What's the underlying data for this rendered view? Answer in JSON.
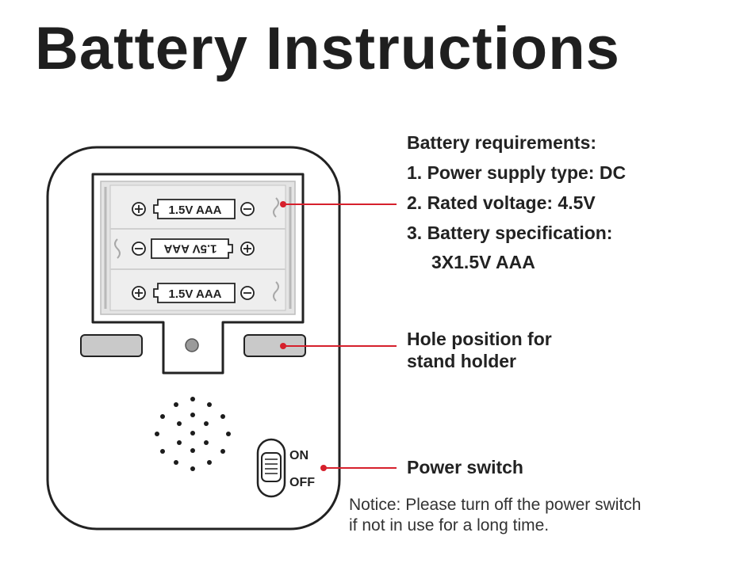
{
  "title": "Battery Instructions",
  "batteries": [
    {
      "label": "1.5V AAA",
      "orientation": "normal"
    },
    {
      "label": "1.5V AAA",
      "orientation": "reversed"
    },
    {
      "label": "1.5V AAA",
      "orientation": "normal"
    }
  ],
  "battery_symbols": {
    "plus": "+",
    "minus": "−"
  },
  "switch": {
    "on_label": "ON",
    "off_label": "OFF"
  },
  "requirements": {
    "heading": "Battery requirements:",
    "lines": [
      "1. Power supply type: DC",
      "2. Rated voltage: 4.5V",
      "3. Battery specification:",
      "3X1.5V AAA"
    ]
  },
  "hole_position": {
    "line1": "Hole position for",
    "line2": "stand holder"
  },
  "power_switch_label": "Power switch",
  "notice": {
    "line1": "Notice: Please turn off the power switch",
    "line2": "if not in use for a long time."
  },
  "colors": {
    "pointer_red": "#d6202c",
    "outline": "#222222",
    "pad_gray": "#c9c9c9",
    "compartment_gray": "#e4e4e4"
  }
}
